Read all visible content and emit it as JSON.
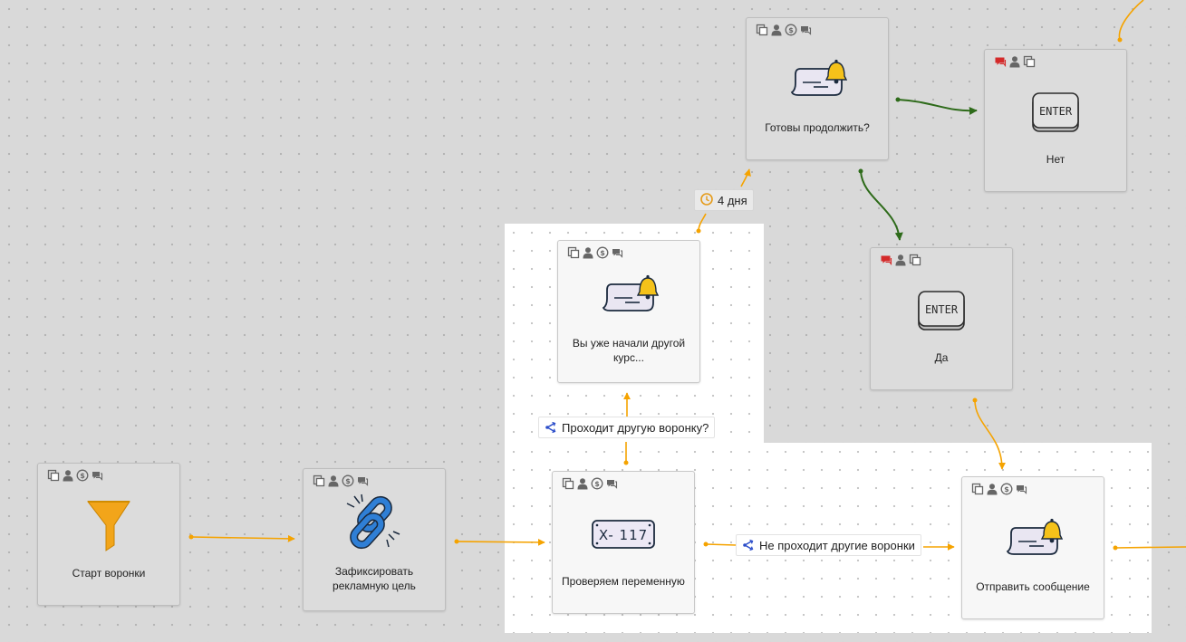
{
  "colors": {
    "accent_orange": "#f5a300",
    "accent_green": "#2e6b1a",
    "split_blue": "#2a4cc9",
    "error_red": "#d42a2a"
  },
  "nodes": {
    "start": {
      "label": "Старт воронки",
      "icon": "funnel-icon",
      "toolbar": [
        "copy-icon",
        "user-icon",
        "dollar-icon",
        "chat-icon"
      ]
    },
    "ad_goal": {
      "label": "Зафиксировать рекламную цель",
      "icon": "chain-link-icon",
      "toolbar": [
        "copy-icon",
        "user-icon",
        "dollar-icon",
        "chat-icon"
      ]
    },
    "check_var": {
      "label": "Проверяем переменную",
      "icon": "variable-icon",
      "icon_text": "X- 117",
      "toolbar": [
        "copy-icon",
        "user-icon",
        "dollar-icon",
        "chat-icon"
      ]
    },
    "other_course": {
      "label": "Вы уже начали другой курс...",
      "icon": "message-bell-icon",
      "toolbar": [
        "copy-icon",
        "user-icon",
        "dollar-icon",
        "chat-icon"
      ]
    },
    "ready": {
      "label": "Готовы продолжить?",
      "icon": "message-bell-icon",
      "toolbar": [
        "copy-icon",
        "user-icon",
        "dollar-icon",
        "chat-icon"
      ]
    },
    "no": {
      "label": "Нет",
      "icon": "enter-key-icon",
      "icon_text": "ENTER",
      "toolbar": [
        "chat-error-icon",
        "user-icon",
        "copy-icon"
      ]
    },
    "yes": {
      "label": "Да",
      "icon": "enter-key-icon",
      "icon_text": "ENTER",
      "toolbar": [
        "chat-error-icon",
        "user-icon",
        "copy-icon"
      ]
    },
    "send_message": {
      "label": "Отправить сообщение",
      "icon": "message-bell-icon",
      "toolbar": [
        "copy-icon",
        "user-icon",
        "dollar-icon",
        "chat-icon"
      ]
    }
  },
  "edge_labels": {
    "other_funnel": {
      "text": "Проходит другую воронку?",
      "icon": "split-icon"
    },
    "not_other_funnels": {
      "text": "Не проходит другие воронки",
      "icon": "split-icon"
    },
    "delay": {
      "text": "4 дня",
      "icon": "clock-icon"
    }
  }
}
